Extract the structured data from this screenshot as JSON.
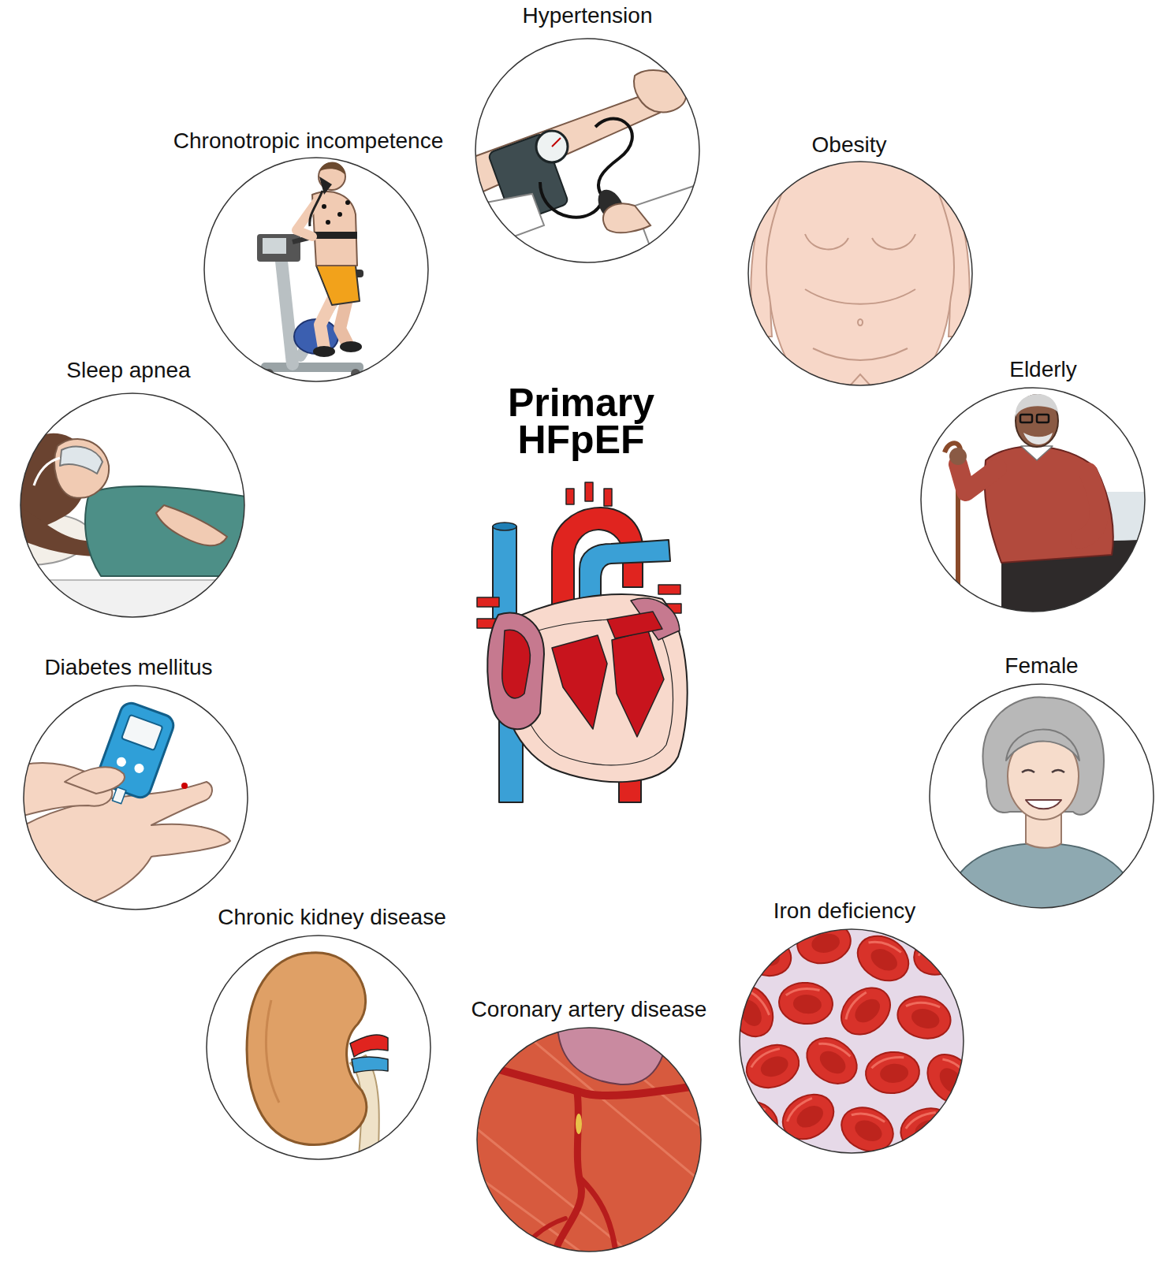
{
  "diagram": {
    "title": "Primary HFpEF",
    "nodes": [
      {
        "text": [
          "Hypertension"
        ]
      },
      {
        "text": [
          "Chronotropic incompetence"
        ]
      },
      {
        "text": [
          "Obesity"
        ]
      },
      {
        "text": [
          "Sleep apnea"
        ]
      },
      {
        "text": [
          "Elderly"
        ]
      },
      {
        "text": [
          "Diabetes mellitus"
        ]
      },
      {
        "text": [
          "Female"
        ]
      },
      {
        "text": [
          "Chronic kidney disease"
        ]
      },
      {
        "text": [
          "Iron deficiency"
        ]
      },
      {
        "text": [
          "Coronary artery disease"
        ]
      }
    ]
  }
}
